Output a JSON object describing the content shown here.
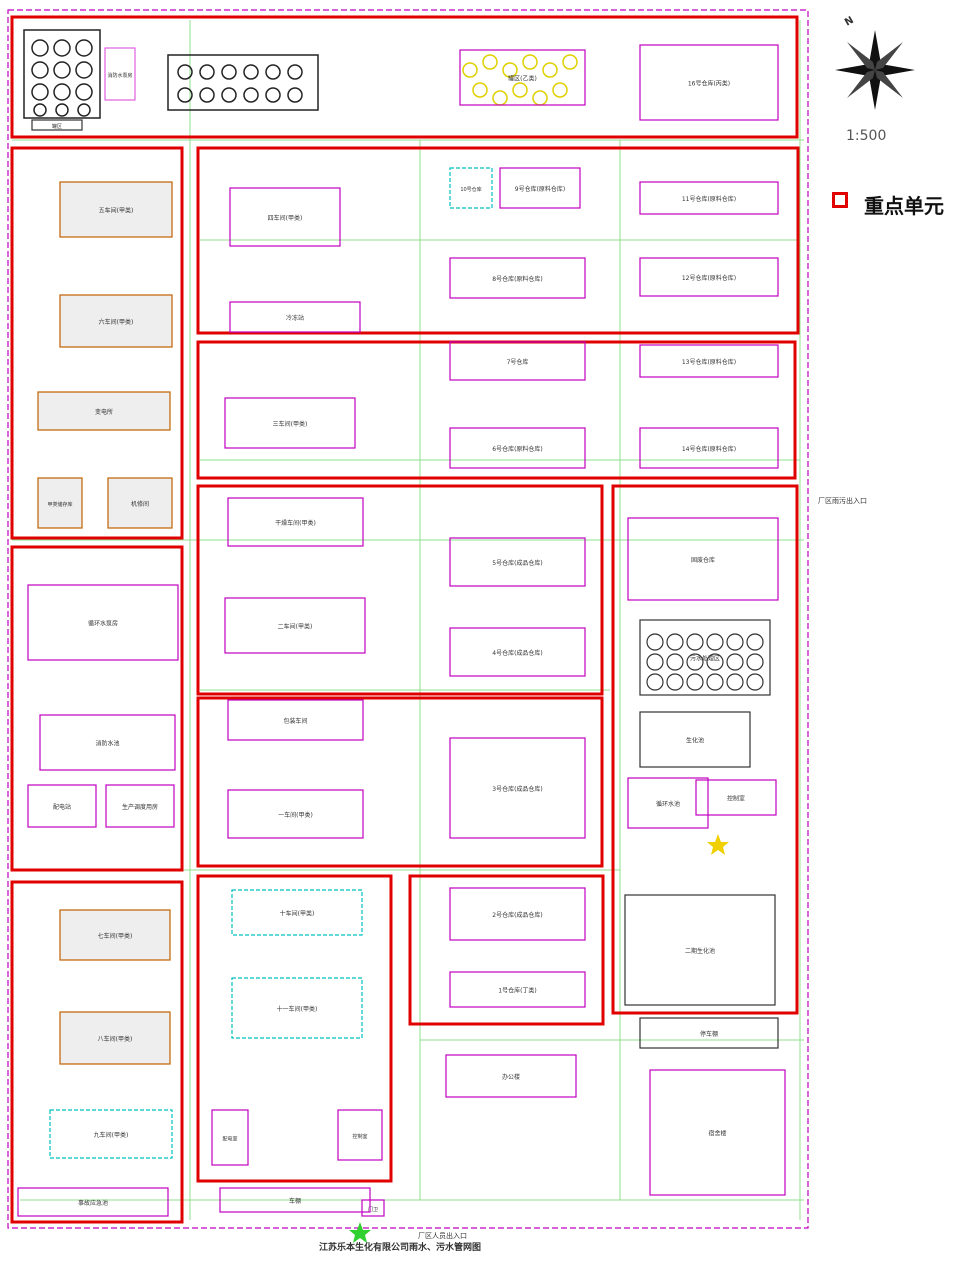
{
  "legend": {
    "label": "重点单元",
    "color": "#e00000"
  },
  "scale": "1:500",
  "compass": {
    "north_label": "N"
  },
  "caption": "江苏乐本生化有限公司雨水、污水管网图",
  "gates": {
    "east": "厂区雨污出入口",
    "south": "厂区人员出入口"
  },
  "buildings": [
    {
      "id": "b-pump",
      "label": "消防水泵房",
      "color": "#e060e0"
    },
    {
      "id": "b-tankfarm-a",
      "label": "罐区",
      "color": "#333333"
    },
    {
      "id": "b-16",
      "label": "16号仓库(丙类)",
      "color": "#c000c0"
    },
    {
      "id": "b-yellow-tanks",
      "label": "罐区(乙类)",
      "color": "#c000c0"
    },
    {
      "id": "b-5",
      "label": "五车间(甲类)",
      "color": "#c06000"
    },
    {
      "id": "b-6",
      "label": "六车间(甲类)",
      "color": "#c06000"
    },
    {
      "id": "b-substation",
      "label": "变电所",
      "color": "#c06000"
    },
    {
      "id": "b-fire-pump",
      "label": "甲类储存库",
      "color": "#c06000"
    },
    {
      "id": "b-power",
      "label": "机修间",
      "color": "#c06000"
    },
    {
      "id": "b-4c",
      "label": "四车间(甲类)",
      "color": "#c000c0"
    },
    {
      "id": "b-cold",
      "label": "冷冻站",
      "color": "#c000c0"
    },
    {
      "id": "b-w10",
      "label": "10号仓库",
      "color": "#00c0c0"
    },
    {
      "id": "b-w9",
      "label": "9号仓库(原料仓库)",
      "color": "#c000c0"
    },
    {
      "id": "b-w11",
      "label": "11号仓库(原料仓库)",
      "color": "#c000c0"
    },
    {
      "id": "b-w8",
      "label": "8号仓库(原料仓库)",
      "color": "#c000c0"
    },
    {
      "id": "b-w12",
      "label": "12号仓库(原料仓库)",
      "color": "#c000c0"
    },
    {
      "id": "b-3c",
      "label": "三车间(甲类)",
      "color": "#c000c0"
    },
    {
      "id": "b-w7",
      "label": "7号仓库",
      "color": "#c000c0"
    },
    {
      "id": "b-w13",
      "label": "13号仓库(原料仓库)",
      "color": "#c000c0"
    },
    {
      "id": "b-w6",
      "label": "6号仓库(原料仓库)",
      "color": "#c000c0"
    },
    {
      "id": "b-w14",
      "label": "14号仓库(原料仓库)",
      "color": "#c000c0"
    },
    {
      "id": "b-dry",
      "label": "干燥车间(甲类)",
      "color": "#c000c0"
    },
    {
      "id": "b-2c",
      "label": "二车间(甲类)",
      "color": "#c000c0"
    },
    {
      "id": "b-w5",
      "label": "5号仓库(成品仓库)",
      "color": "#c000c0"
    },
    {
      "id": "b-w4",
      "label": "4号仓库(成品仓库)",
      "color": "#c000c0"
    },
    {
      "id": "b-solid",
      "label": "固废仓库",
      "color": "#c000c0"
    },
    {
      "id": "b-water",
      "label": "污水处理区",
      "color": "#333333"
    },
    {
      "id": "b-bio",
      "label": "生化池",
      "color": "#333333"
    },
    {
      "id": "b-rtank",
      "label": "循环水池",
      "color": "#c000c0"
    },
    {
      "id": "b-1c-pack",
      "label": "包装车间",
      "color": "#c000c0"
    },
    {
      "id": "b-1c",
      "label": "一车间(甲类)",
      "color": "#c000c0"
    },
    {
      "id": "b-w3",
      "label": "3号仓库(成品仓库)",
      "color": "#c000c0"
    },
    {
      "id": "b-cw",
      "label": "循环水泵房",
      "color": "#c000c0"
    },
    {
      "id": "b-pool",
      "label": "消防水池",
      "color": "#c000c0"
    },
    {
      "id": "b-dist",
      "label": "配电站",
      "color": "#c000c0"
    },
    {
      "id": "b-mgmt",
      "label": "生产调度用房",
      "color": "#c000c0"
    },
    {
      "id": "b-7c",
      "label": "七车间(甲类)",
      "color": "#c06000"
    },
    {
      "id": "b-8c",
      "label": "八车间(甲类)",
      "color": "#c06000"
    },
    {
      "id": "b-9c",
      "label": "九车间(甲类)",
      "color": "#00c0c0"
    },
    {
      "id": "b-10c",
      "label": "十车间(甲类)",
      "color": "#00c0c0"
    },
    {
      "id": "b-11c",
      "label": "十一车间(甲类)",
      "color": "#00c0c0"
    },
    {
      "id": "b-w2",
      "label": "2号仓库(成品仓库)",
      "color": "#c000c0"
    },
    {
      "id": "b-w1",
      "label": "1号仓库(丁类)",
      "color": "#c000c0"
    },
    {
      "id": "b-rto",
      "label": "二期生化池",
      "color": "#333333"
    },
    {
      "id": "b-park",
      "label": "停车棚",
      "color": "#333333"
    },
    {
      "id": "b-office",
      "label": "办公楼",
      "color": "#c000c0"
    },
    {
      "id": "b-dorm",
      "label": "宿舍楼",
      "color": "#c000c0"
    },
    {
      "id": "b-ctrl",
      "label": "控制室",
      "color": "#c000c0"
    },
    {
      "id": "b-gatehouse",
      "label": "门卫",
      "color": "#c000c0"
    },
    {
      "id": "b-shed",
      "label": "车棚",
      "color": "#c000c0"
    },
    {
      "id": "b-dist2",
      "label": "配电室",
      "color": "#c000c0"
    },
    {
      "id": "b-ctrl2",
      "label": "控制室",
      "color": "#c000c0"
    },
    {
      "id": "b-tank-s",
      "label": "事故应急池",
      "color": "#c000c0"
    }
  ]
}
